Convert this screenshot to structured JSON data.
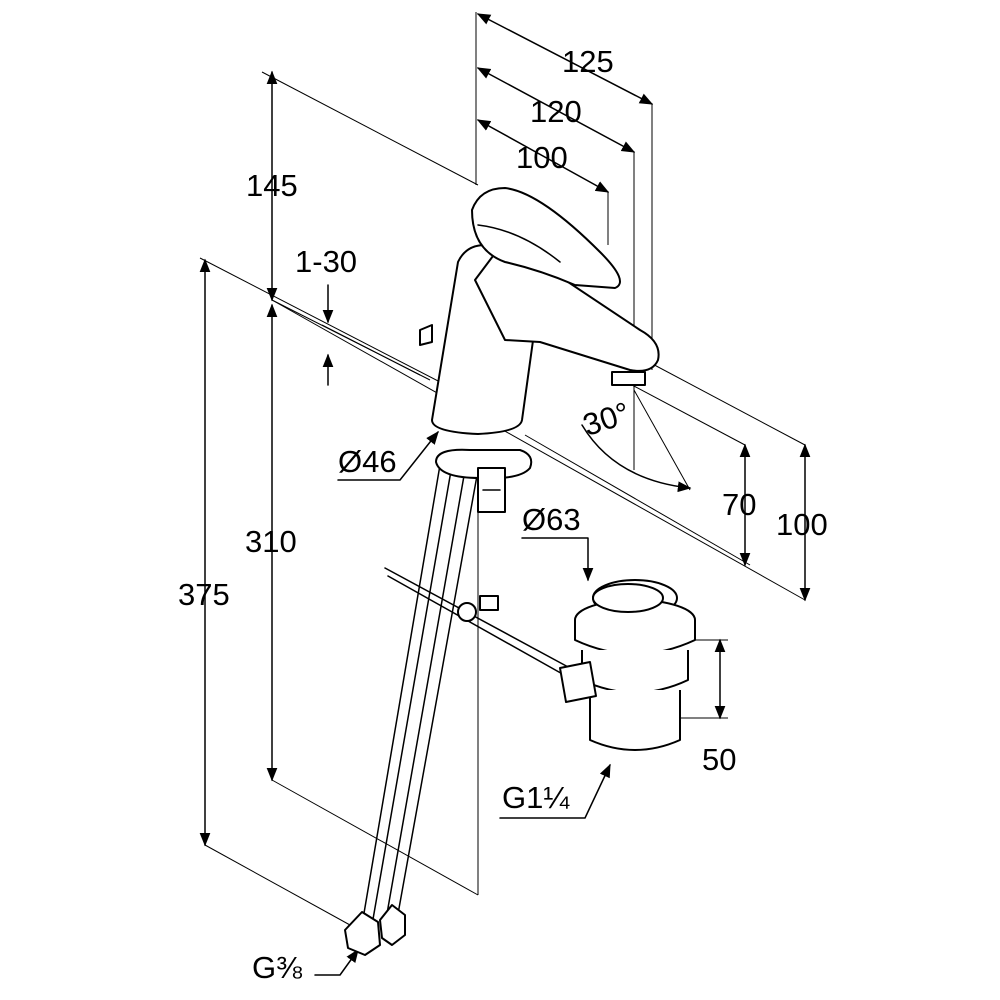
{
  "diagram": {
    "dimensions": {
      "d125": "125",
      "d120": "120",
      "d100_top": "100",
      "d145": "145",
      "d1_30": "1-30",
      "d375": "375",
      "d310": "310",
      "d_o46": "Ø46",
      "d_o63": "Ø63",
      "d30deg": "30°",
      "d70": "70",
      "d100_side": "100",
      "d50": "50",
      "g1_1_4": "G1¼",
      "g3_8": "G⅜"
    }
  }
}
